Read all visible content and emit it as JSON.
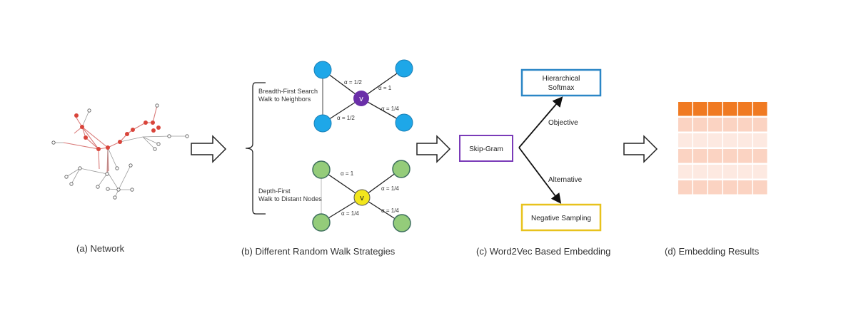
{
  "panels": {
    "a": {
      "caption": "(a) Network"
    },
    "b": {
      "caption": "(b) Different Random Walk Strategies",
      "top": {
        "side_label_line1": "Breadth-First Search",
        "side_label_line2": "Walk to Neighbors",
        "center_label": "v",
        "edge_labels": [
          "α = 1/2",
          "α = 1",
          "α = 1/2",
          "α = 1/4"
        ],
        "node_color": "#1ea7e8",
        "center_color": "#6a2fa8"
      },
      "bottom": {
        "side_label_line1": "Depth-First",
        "side_label_line2": "Walk to Distant Nodes",
        "center_label": "v",
        "edge_labels": [
          "α = 1",
          "α = 1/4",
          "α = 1/4",
          "α = 1/4"
        ],
        "node_color": "#94cc7a",
        "center_color": "#f2e61c"
      }
    },
    "c": {
      "caption": "(c) Word2Vec Based Embedding",
      "skip_gram": "Skip-Gram",
      "top_box_line1": "Hierarchical",
      "top_box_line2": "Softmax",
      "bottom_box": "Negative Sampling",
      "top_arrow_label": "Objective",
      "bottom_arrow_label": "Alternative",
      "colors": {
        "skip_gram": "#7a3bb8",
        "top_box": "#2a86c6",
        "bottom_box": "#e8c21c"
      }
    },
    "d": {
      "caption": "(d) Embedding Results",
      "header_color": "#f07a22",
      "row_colors": [
        "#fbd3c2",
        "#fde9e1",
        "#fbd3c2",
        "#fde9e1",
        "#fbd3c2"
      ],
      "columns": 6
    }
  }
}
